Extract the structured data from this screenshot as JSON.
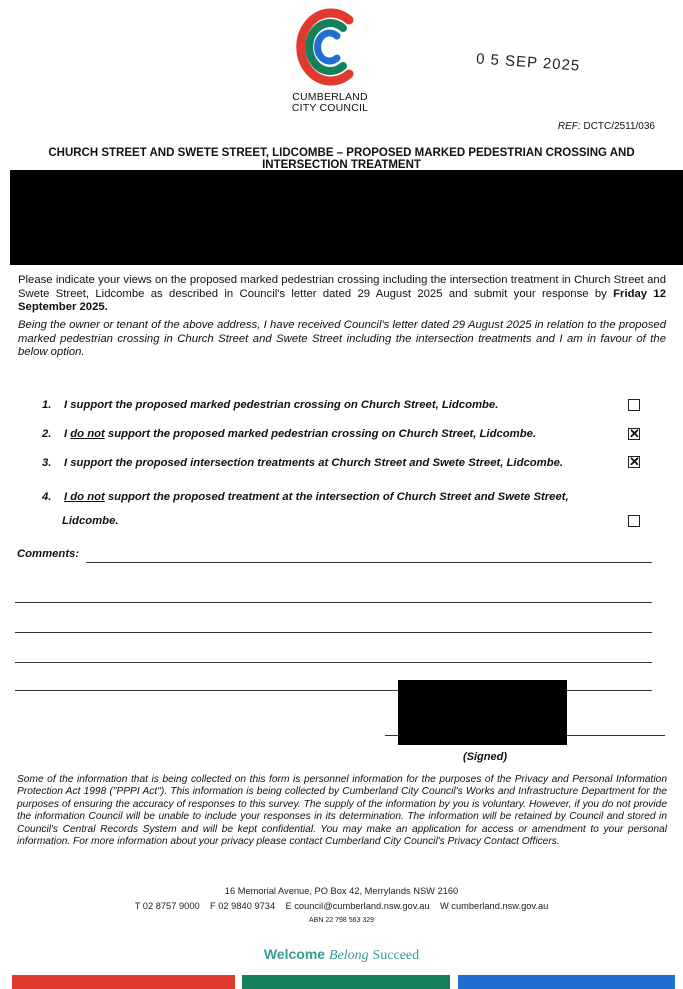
{
  "header": {
    "logo_text_line1": "CUMBERLAND",
    "logo_text_line2": "CITY COUNCIL",
    "date_stamp": "0 5 SEP 2025",
    "ref_label": "REF:",
    "ref_value": "DCTC/2511/036"
  },
  "title": "CHURCH STREET AND SWETE STREET, LIDCOMBE – PROPOSED MARKED PEDESTRIAN CROSSING AND INTERSECTION TREATMENT",
  "intro": {
    "text": "Please indicate your views on the proposed marked pedestrian crossing including the intersection treatment in Church Street and Swete Street, Lidcombe as described in Council's letter dated 29 August 2025 and submit your response by ",
    "deadline": "Friday 12 September 2025."
  },
  "declaration": "Being the owner or tenant of the above address, I have received Council's letter dated 29 August 2025 in relation to the proposed marked pedestrian crossing in Church Street and Swete Street including the intersection treatments and I am in favour of the below option.",
  "options": [
    {
      "num": "1.",
      "pre": "I support the proposed marked pedestrian crossing on Church Street, Lidcombe.",
      "neg": "",
      "post": "",
      "checked": false
    },
    {
      "num": "2.",
      "pre": "I ",
      "neg": "do not",
      "post": " support the proposed marked pedestrian crossing on Church Street, Lidcombe.",
      "checked": true
    },
    {
      "num": "3.",
      "pre": "I support the proposed intersection treatments at Church Street and Swete Street, Lidcombe.",
      "neg": "",
      "post": "",
      "checked": true
    },
    {
      "num": "4.",
      "pre": "",
      "neg": "I do not",
      "post": " support the proposed treatment at the intersection of Church Street and Swete Street,",
      "line2": "Lidcombe.",
      "checked": false
    }
  ],
  "comments_label": "Comments:",
  "signed_label": "(Signed)",
  "privacy": "Some of the information that is being collected on this form is personnel information for the purposes of the Privacy and Personal Information Protection Act 1998 (\"PPPI Act\"). This information is being collected by Cumberland City Council's Works and Infrastructure Department for the purposes of ensuring the accuracy of responses to this survey. The supply of the information by you is voluntary. However, if you do not provide the information Council will be unable to include your responses in its determination. The information will be retained by Council and stored in Council's Central Records System and will be kept confidential. You may make an application for access or amendment to your personal information. For more information about your privacy please contact Cumberland City Council's Privacy Contact Officers.",
  "footer": {
    "address": "16 Memorial Avenue, PO Box 42, Merrylands NSW 2160",
    "contact": "T 02 8757 9000    F 02 9840 9734    E council@cumberland.nsw.gov.au    W cumberland.nsw.gov.au",
    "abn": "ABN 22 798 563 329",
    "tagline_1": "Welcome",
    "tagline_2": "Belong",
    "tagline_3": "Succeed"
  },
  "colors": {
    "red": "#e03a2f",
    "green": "#16805a",
    "blue": "#1f6fd1",
    "teal": "#3a9a9a"
  }
}
